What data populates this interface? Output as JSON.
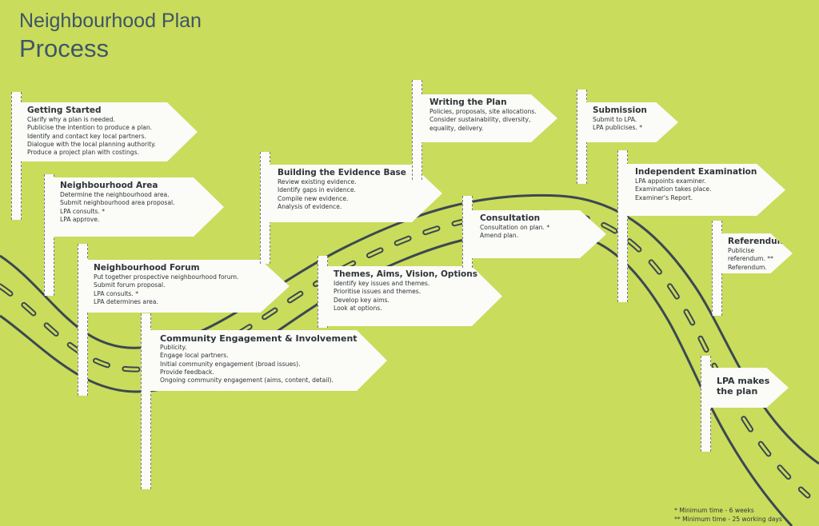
{
  "title": {
    "line1": "Neighbourhood Plan",
    "line2": "Process"
  },
  "colors": {
    "background": "#c9dc5c",
    "title": "#3f5566",
    "road": "#3c4850",
    "sign": "#fbfbf8"
  },
  "signs": [
    {
      "title": "Getting Started",
      "lines": [
        "Clarify why a plan is needed.",
        "Publicise the intention to produce a plan.",
        "Identify and contact key local partners.",
        "Dialogue with the local planning authority.",
        "Produce a project plan with costings."
      ]
    },
    {
      "title": "Neighbourhood Area",
      "lines": [
        "Determine the neighbourhood area.",
        "Submit neighbourhood area proposal.",
        "LPA consults. *",
        "LPA approve."
      ]
    },
    {
      "title": "Neighbourhood Forum",
      "lines": [
        "Put together prospective neighbourhood forum.",
        "Submit forum proposal.",
        "LPA consults. *",
        "LPA determines area."
      ]
    },
    {
      "title": "Community Engagement & Involvement",
      "lines": [
        "Publicity.",
        "Engage local partners.",
        "Initial community engagement (broad issues).",
        "Provide feedback.",
        "Ongoing community engagement (aims, content, detail)."
      ]
    },
    {
      "title": "Building the Evidence Base",
      "lines": [
        "Review existing evidence.",
        "Identify gaps in evidence.",
        "Compile new evidence.",
        "Analysis of evidence."
      ]
    },
    {
      "title": "Themes, Aims, Vision, Options",
      "lines": [
        "Identify key issues and themes.",
        "Prioritise issues and themes.",
        "Develop key aims.",
        "Look at options."
      ]
    },
    {
      "title": "Writing the Plan",
      "lines": [
        "Policies, proposals, site allocations.",
        "Consider sustainability, diversity,",
        "equality, delivery."
      ]
    },
    {
      "title": "Consultation",
      "lines": [
        "Consultation on plan. *",
        "Amend plan."
      ]
    },
    {
      "title": "Submission",
      "lines": [
        "Submit to LPA.",
        "LPA publicises. *"
      ]
    },
    {
      "title": "Independent Examination",
      "lines": [
        "LPA appoints examiner.",
        "Examination takes place.",
        "Examiner's Report."
      ]
    },
    {
      "title": "Referendum",
      "lines": [
        "Publicise referendum. **",
        "Referendum."
      ]
    },
    {
      "title": "LPA makes the plan",
      "lines": []
    }
  ],
  "footnotes": [
    "* Minimum time - 6 weeks",
    "** Minimum time - 25 working days"
  ]
}
